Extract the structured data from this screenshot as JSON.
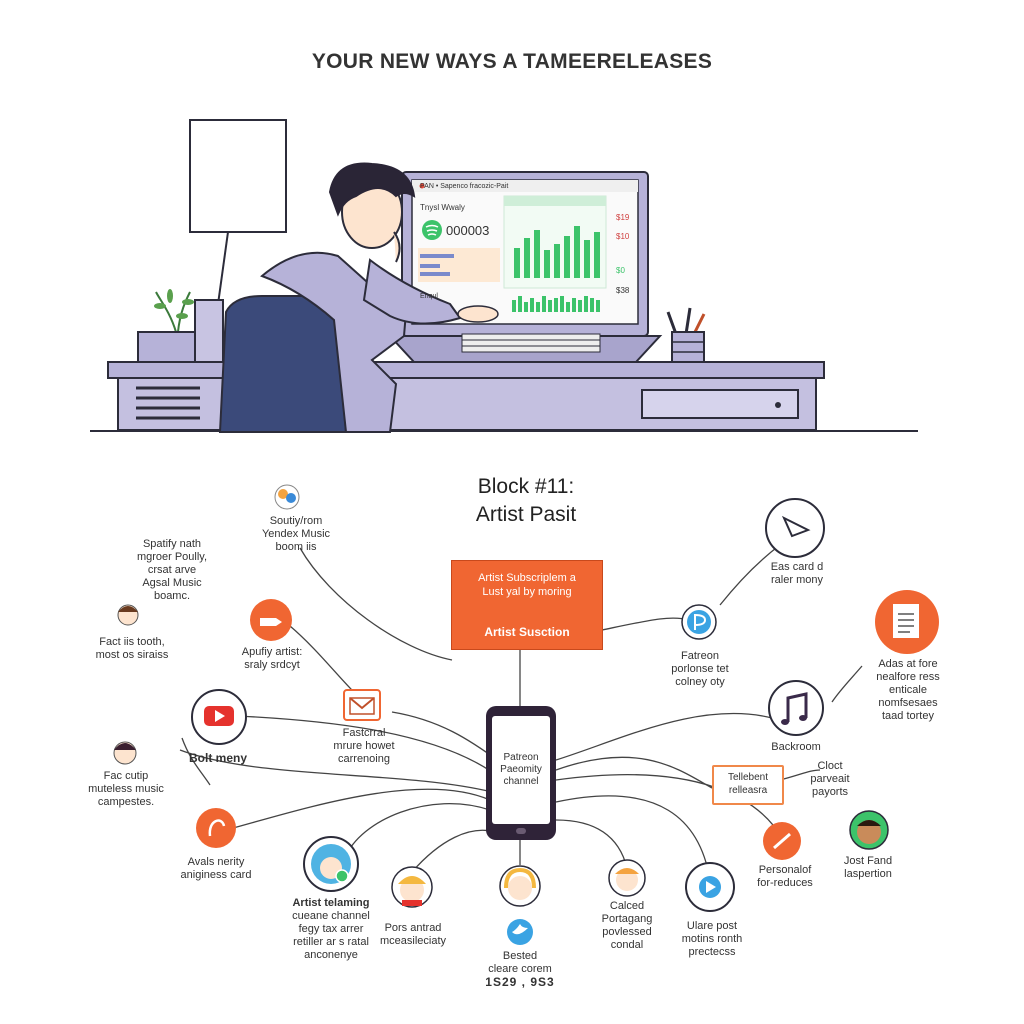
{
  "header": {
    "title": "YOUR NEW WAYS A TAMEERELEASES"
  },
  "laptop_screen": {
    "window_title": "PAN • Sapenco fracozic-Pait",
    "label_top": "Tnysl Wwaly",
    "counter": "000003",
    "side_numbers": [
      "$19",
      "$10",
      "$0",
      "$38"
    ],
    "label_bottom": "Enqul"
  },
  "block": {
    "title_line1": "Block #11:",
    "title_line2": "Artist Pasit"
  },
  "center_card": {
    "top_text": [
      "Artist Subscriplem a",
      "Lust yal by moring"
    ],
    "bottom_text": "Artist Susction"
  },
  "phone": {
    "lines": [
      "Patreon",
      "Paeomity",
      "channel"
    ]
  },
  "nodes": {
    "spotify_yandex": {
      "lines": [
        "Soutiy/rom",
        "Yendex Music",
        "boom iis"
      ]
    },
    "spotify_note": {
      "lines": [
        "Spatify nath",
        "mgroer Poully,",
        "crsat arve",
        "Agsal Music",
        "boamc."
      ]
    },
    "fact_tooth": {
      "lines": [
        "Fact iis tooth,",
        "most os siraiss"
      ]
    },
    "apply_artist": {
      "lines": [
        "Apufiy artist:",
        "sraly srdcyt"
      ]
    },
    "mail": {
      "lines": [
        "Fastcrral",
        "mrure howet",
        "carrenoing"
      ]
    },
    "bolt": {
      "lines": [
        "Bolt meny"
      ]
    },
    "fac_music": {
      "lines": [
        "Fac cutip",
        "muteless music",
        "campestes."
      ]
    },
    "avalsnerity": {
      "lines": [
        "Avals nerity",
        "aniginess card"
      ]
    },
    "artist_telaming": {
      "lines": [
        "Artist telaming",
        "cueane channel",
        "fegy tax arrer",
        "retiller ar s ratal",
        "anconenye"
      ]
    },
    "pors": {
      "lines": [
        "Pors antrad",
        "mceasileciaty"
      ]
    },
    "bested": {
      "lines": [
        "Bested",
        "cleare corem"
      ],
      "number": "1S29 , 9S3"
    },
    "calced": {
      "lines": [
        "Calced",
        "Portagang",
        "povlessed",
        "condal"
      ]
    },
    "ulare": {
      "lines": [
        "Ulare post",
        "motins ronth",
        "prectecss"
      ]
    },
    "personal": {
      "lines": [
        "Personalof",
        "for-reduces"
      ]
    },
    "jost_fand": {
      "lines": [
        "Jost Fand",
        "laspertion"
      ]
    },
    "tag": {
      "lines": [
        "Tellebent",
        "relleasra"
      ]
    },
    "cloct": {
      "lines": [
        "Cloct",
        "parveait",
        "payorts"
      ]
    },
    "backroom": {
      "lines": [
        "Backroom"
      ]
    },
    "adas": {
      "lines": [
        "Adas at fore",
        "nealfore ress",
        "enticale",
        "nomfsesaes",
        "taad tortey"
      ]
    },
    "fatreon": {
      "lines": [
        "Fatreon",
        "porlonse tet",
        "colney oty"
      ]
    },
    "eas_card": {
      "lines": [
        "Eas card d",
        "raler mony"
      ]
    }
  },
  "colors": {
    "accent": "#f06632",
    "ink": "#2c2c3a",
    "green": "#3cc36a",
    "lavender": "#b6b2d8"
  }
}
